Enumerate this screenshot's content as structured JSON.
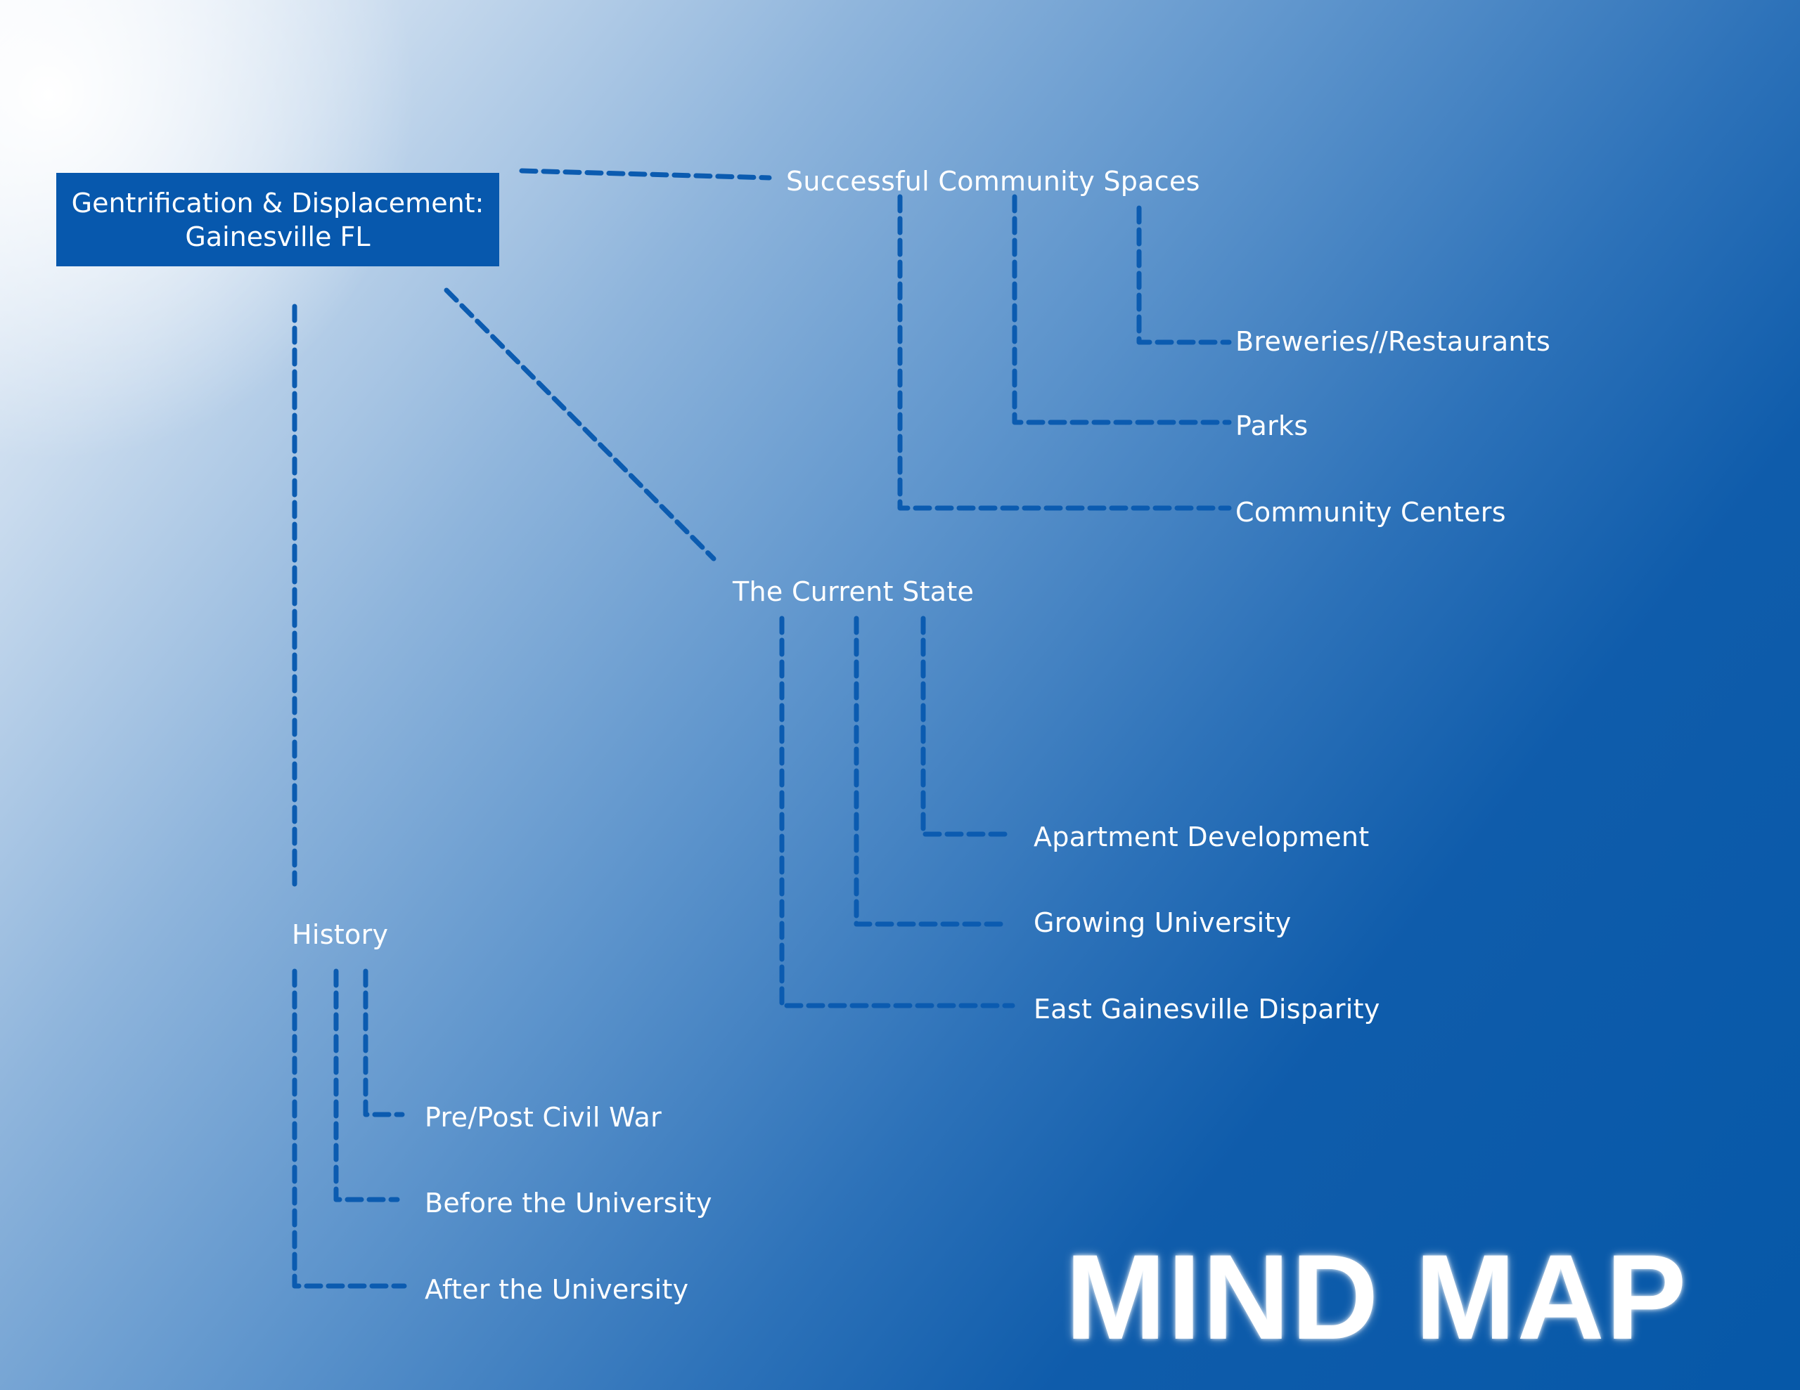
{
  "root": {
    "line1": "Gentrification & Displacement:",
    "line2": "Gainesville FL"
  },
  "branches": {
    "community": {
      "label": "Successful Community Spaces",
      "children": [
        "Breweries//Restaurants",
        "Parks",
        "Community Centers"
      ]
    },
    "current": {
      "label": "The Current State",
      "children": [
        "Apartment Development",
        "Growing University",
        "East Gainesville Disparity"
      ]
    },
    "history": {
      "label": "History",
      "children": [
        "Pre/Post Civil War",
        "Before the University",
        "After the University"
      ]
    }
  },
  "title": "MIND MAP",
  "colors": {
    "connector": "#0b5bb0",
    "root_box": "#0758ad",
    "text": "#ffffff",
    "background_dark": "#0658a8",
    "background_light": "#ffffff"
  }
}
